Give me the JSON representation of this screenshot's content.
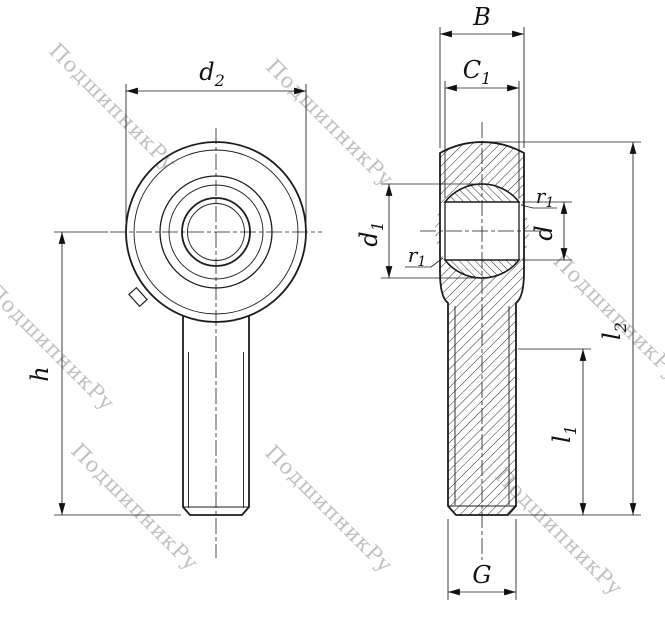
{
  "watermark": {
    "text": "ПодшипникРу"
  },
  "dimensions": {
    "d2": {
      "main": "d",
      "sub": "2"
    },
    "h": {
      "main": "h"
    },
    "B": {
      "main": "B"
    },
    "C1": {
      "main": "C",
      "sub": "1"
    },
    "d1": {
      "main": "d",
      "sub": "1"
    },
    "d": {
      "main": "d"
    },
    "r1_top": {
      "main": "r",
      "sub": "1"
    },
    "r1_bottom": {
      "main": "r",
      "sub": "1"
    },
    "l2": {
      "main": "l",
      "sub": "2"
    },
    "l1": {
      "main": "l",
      "sub": "1"
    },
    "G": {
      "main": "G"
    }
  }
}
